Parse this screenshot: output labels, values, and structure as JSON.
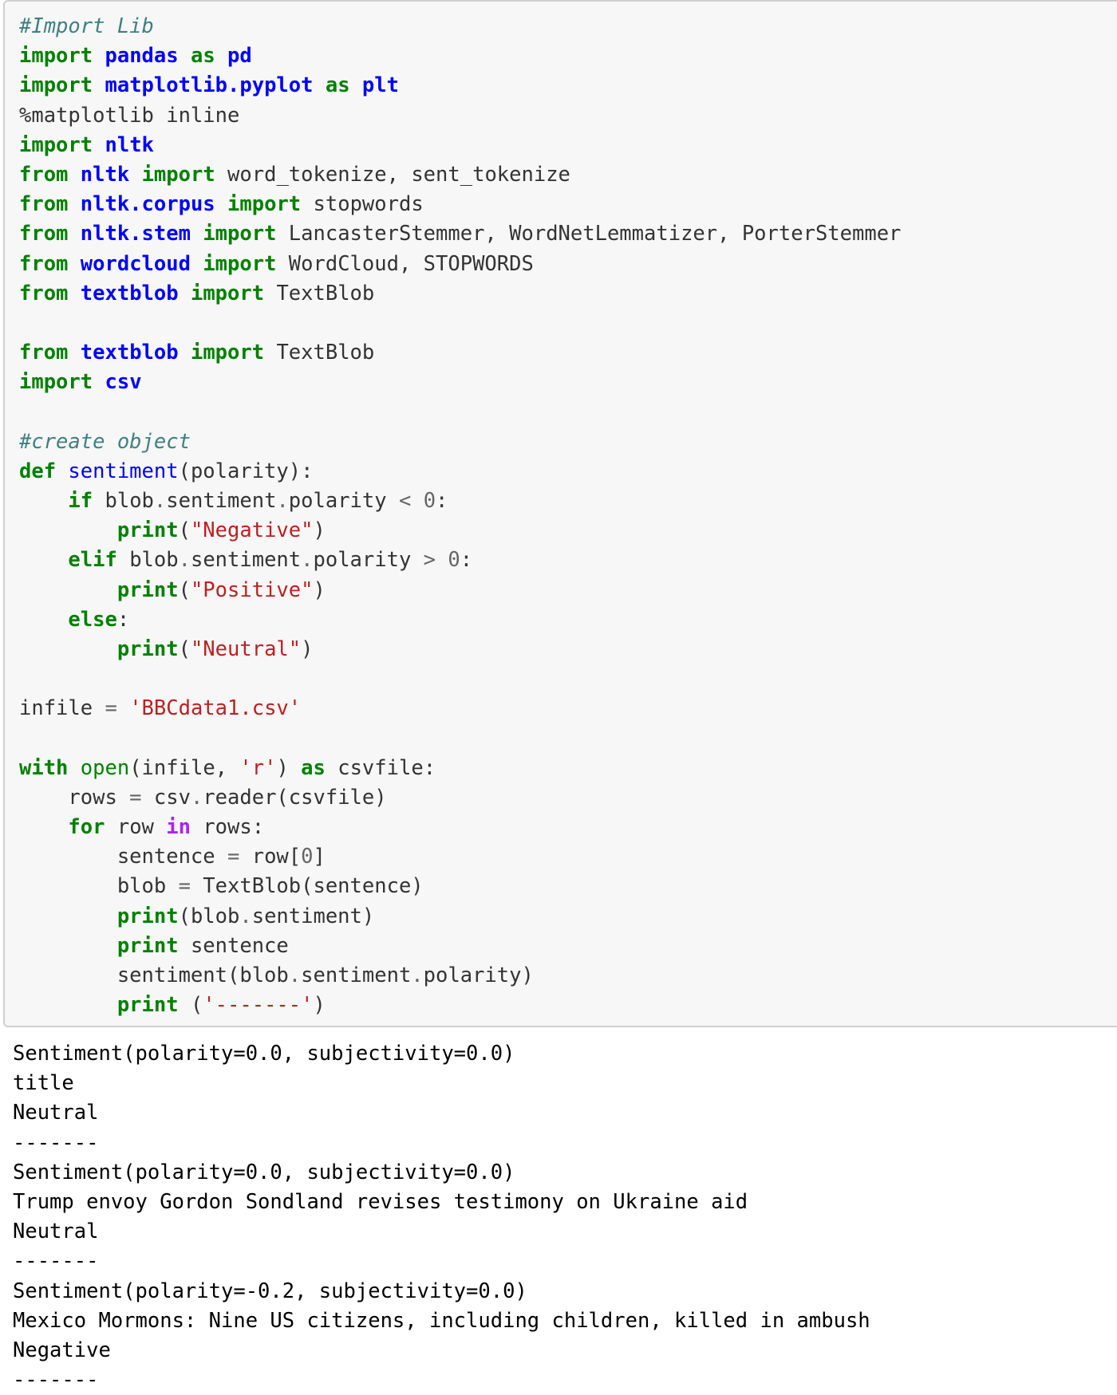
{
  "input_cell": {
    "lines": [
      [
        {
          "t": "#Import Lib",
          "c": "cm"
        }
      ],
      [
        {
          "t": "import",
          "c": "kw"
        },
        {
          "t": " "
        },
        {
          "t": "pandas",
          "c": "mod"
        },
        {
          "t": " "
        },
        {
          "t": "as",
          "c": "kw"
        },
        {
          "t": " "
        },
        {
          "t": "pd",
          "c": "mod"
        }
      ],
      [
        {
          "t": "import",
          "c": "kw"
        },
        {
          "t": " "
        },
        {
          "t": "matplotlib.pyplot",
          "c": "mod"
        },
        {
          "t": " "
        },
        {
          "t": "as",
          "c": "kw"
        },
        {
          "t": " "
        },
        {
          "t": "plt",
          "c": "mod"
        }
      ],
      [
        {
          "t": "%matplotlib inline"
        }
      ],
      [
        {
          "t": "import",
          "c": "kw"
        },
        {
          "t": " "
        },
        {
          "t": "nltk",
          "c": "mod"
        }
      ],
      [
        {
          "t": "from",
          "c": "kw"
        },
        {
          "t": " "
        },
        {
          "t": "nltk",
          "c": "mod"
        },
        {
          "t": " "
        },
        {
          "t": "import",
          "c": "kw"
        },
        {
          "t": " word_tokenize, sent_tokenize"
        }
      ],
      [
        {
          "t": "from",
          "c": "kw"
        },
        {
          "t": " "
        },
        {
          "t": "nltk.corpus",
          "c": "mod"
        },
        {
          "t": " "
        },
        {
          "t": "import",
          "c": "kw"
        },
        {
          "t": " stopwords"
        }
      ],
      [
        {
          "t": "from",
          "c": "kw"
        },
        {
          "t": " "
        },
        {
          "t": "nltk.stem",
          "c": "mod"
        },
        {
          "t": " "
        },
        {
          "t": "import",
          "c": "kw"
        },
        {
          "t": " LancasterStemmer, WordNetLemmatizer, PorterStemmer"
        }
      ],
      [
        {
          "t": "from",
          "c": "kw"
        },
        {
          "t": " "
        },
        {
          "t": "wordcloud",
          "c": "mod"
        },
        {
          "t": " "
        },
        {
          "t": "import",
          "c": "kw"
        },
        {
          "t": " WordCloud, STOPWORDS"
        }
      ],
      [
        {
          "t": "from",
          "c": "kw"
        },
        {
          "t": " "
        },
        {
          "t": "textblob",
          "c": "mod"
        },
        {
          "t": " "
        },
        {
          "t": "import",
          "c": "kw"
        },
        {
          "t": " TextBlob"
        }
      ],
      [],
      [
        {
          "t": "from",
          "c": "kw"
        },
        {
          "t": " "
        },
        {
          "t": "textblob",
          "c": "mod"
        },
        {
          "t": " "
        },
        {
          "t": "import",
          "c": "kw"
        },
        {
          "t": " TextBlob"
        }
      ],
      [
        {
          "t": "import",
          "c": "kw"
        },
        {
          "t": " "
        },
        {
          "t": "csv",
          "c": "mod"
        }
      ],
      [],
      [
        {
          "t": "#create object",
          "c": "cm"
        }
      ],
      [
        {
          "t": "def",
          "c": "kw"
        },
        {
          "t": " "
        },
        {
          "t": "sentiment",
          "c": "fn"
        },
        {
          "t": "(polarity):"
        }
      ],
      [
        {
          "t": "    "
        },
        {
          "t": "if",
          "c": "kw"
        },
        {
          "t": " blob"
        },
        {
          "t": ".",
          "c": "op"
        },
        {
          "t": "sentiment"
        },
        {
          "t": ".",
          "c": "op"
        },
        {
          "t": "polarity "
        },
        {
          "t": "<",
          "c": "op"
        },
        {
          "t": " "
        },
        {
          "t": "0",
          "c": "num"
        },
        {
          "t": ":"
        }
      ],
      [
        {
          "t": "        "
        },
        {
          "t": "print",
          "c": "kw"
        },
        {
          "t": "("
        },
        {
          "t": "\"Negative\"",
          "c": "str"
        },
        {
          "t": ")"
        }
      ],
      [
        {
          "t": "    "
        },
        {
          "t": "elif",
          "c": "kw"
        },
        {
          "t": " blob"
        },
        {
          "t": ".",
          "c": "op"
        },
        {
          "t": "sentiment"
        },
        {
          "t": ".",
          "c": "op"
        },
        {
          "t": "polarity "
        },
        {
          "t": ">",
          "c": "op"
        },
        {
          "t": " "
        },
        {
          "t": "0",
          "c": "num"
        },
        {
          "t": ":"
        }
      ],
      [
        {
          "t": "        "
        },
        {
          "t": "print",
          "c": "kw"
        },
        {
          "t": "("
        },
        {
          "t": "\"Positive\"",
          "c": "str"
        },
        {
          "t": ")"
        }
      ],
      [
        {
          "t": "    "
        },
        {
          "t": "else",
          "c": "kw"
        },
        {
          "t": ":"
        }
      ],
      [
        {
          "t": "        "
        },
        {
          "t": "print",
          "c": "kw"
        },
        {
          "t": "("
        },
        {
          "t": "\"Neutral\"",
          "c": "str"
        },
        {
          "t": ")"
        }
      ],
      [],
      [
        {
          "t": "infile "
        },
        {
          "t": "=",
          "c": "op"
        },
        {
          "t": " "
        },
        {
          "t": "'BBCdata1.csv'",
          "c": "str"
        }
      ],
      [],
      [
        {
          "t": "with",
          "c": "kw"
        },
        {
          "t": " "
        },
        {
          "t": "open",
          "c": "bi"
        },
        {
          "t": "(infile, "
        },
        {
          "t": "'r'",
          "c": "str"
        },
        {
          "t": ") "
        },
        {
          "t": "as",
          "c": "kw"
        },
        {
          "t": " csvfile:"
        }
      ],
      [
        {
          "t": "    rows "
        },
        {
          "t": "=",
          "c": "op"
        },
        {
          "t": " csv"
        },
        {
          "t": ".",
          "c": "op"
        },
        {
          "t": "reader(csvfile)"
        }
      ],
      [
        {
          "t": "    "
        },
        {
          "t": "for",
          "c": "kw"
        },
        {
          "t": " row "
        },
        {
          "t": "in",
          "c": "in-kw"
        },
        {
          "t": " rows:"
        }
      ],
      [
        {
          "t": "        sentence "
        },
        {
          "t": "=",
          "c": "op"
        },
        {
          "t": " row["
        },
        {
          "t": "0",
          "c": "num"
        },
        {
          "t": "]"
        }
      ],
      [
        {
          "t": "        blob "
        },
        {
          "t": "=",
          "c": "op"
        },
        {
          "t": " TextBlob(sentence)"
        }
      ],
      [
        {
          "t": "        "
        },
        {
          "t": "print",
          "c": "kw"
        },
        {
          "t": "(blob"
        },
        {
          "t": ".",
          "c": "op"
        },
        {
          "t": "sentiment)"
        }
      ],
      [
        {
          "t": "        "
        },
        {
          "t": "print",
          "c": "kw"
        },
        {
          "t": " sentence"
        }
      ],
      [
        {
          "t": "        sentiment(blob"
        },
        {
          "t": ".",
          "c": "op"
        },
        {
          "t": "sentiment"
        },
        {
          "t": ".",
          "c": "op"
        },
        {
          "t": "polarity)"
        }
      ],
      [
        {
          "t": "        "
        },
        {
          "t": "print",
          "c": "kw"
        },
        {
          "t": " ("
        },
        {
          "t": "'-------'",
          "c": "str"
        },
        {
          "t": ")"
        }
      ]
    ]
  },
  "output_cell": {
    "lines": [
      "Sentiment(polarity=0.0, subjectivity=0.0)",
      "title",
      "Neutral",
      "-------",
      "Sentiment(polarity=0.0, subjectivity=0.0)",
      "Trump envoy Gordon Sondland revises testimony on Ukraine aid",
      "Neutral",
      "-------",
      "Sentiment(polarity=-0.2, subjectivity=0.0)",
      "Mexico Mormons: Nine US citizens, including children, killed in ambush",
      "Negative",
      "-------"
    ]
  }
}
